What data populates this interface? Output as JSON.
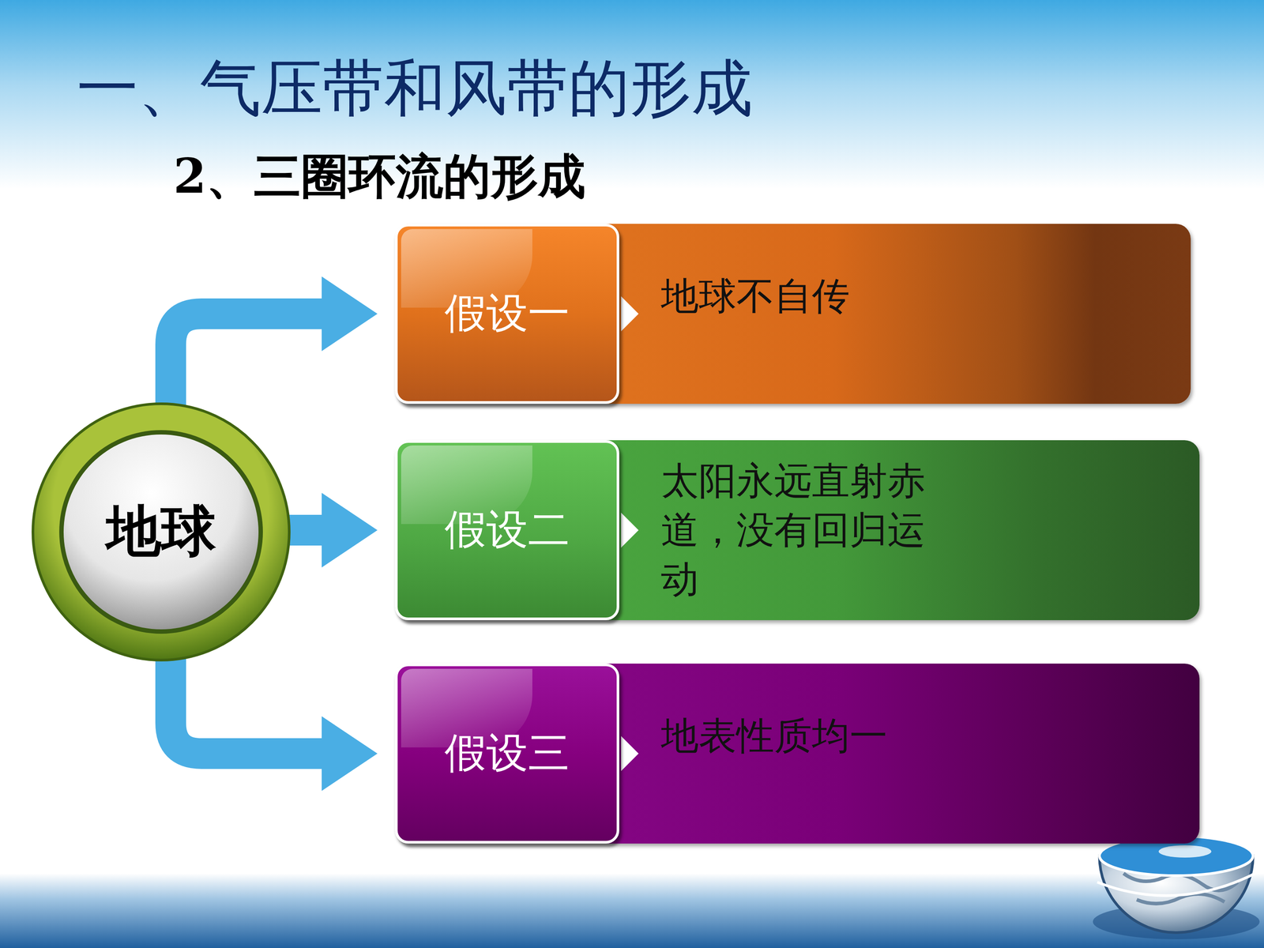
{
  "diagram": {
    "title": "一、气压带和风带的形成",
    "nodes": [
      {
        "text": [
          "地球"
        ]
      },
      {
        "text": [
          "地球不自传"
        ]
      },
      {
        "text": [
          "假设一"
        ],
        "in": 1
      },
      {
        "text": [
          "太阳永远直射赤道，没有回归运动"
        ]
      },
      {
        "text": [
          "假设二"
        ],
        "in": 3
      },
      {
        "text": [
          "地表性质均一"
        ]
      },
      {
        "text": [
          "假设三"
        ],
        "in": 5
      }
    ],
    "edges": [
      {
        "from": 0,
        "to": 2,
        "arrow": "to"
      },
      {
        "from": 0,
        "to": 4,
        "arrow": "to"
      },
      {
        "from": 0,
        "to": 6,
        "arrow": "to"
      }
    ],
    "labels": [
      "2、三圈环流的形成"
    ]
  }
}
